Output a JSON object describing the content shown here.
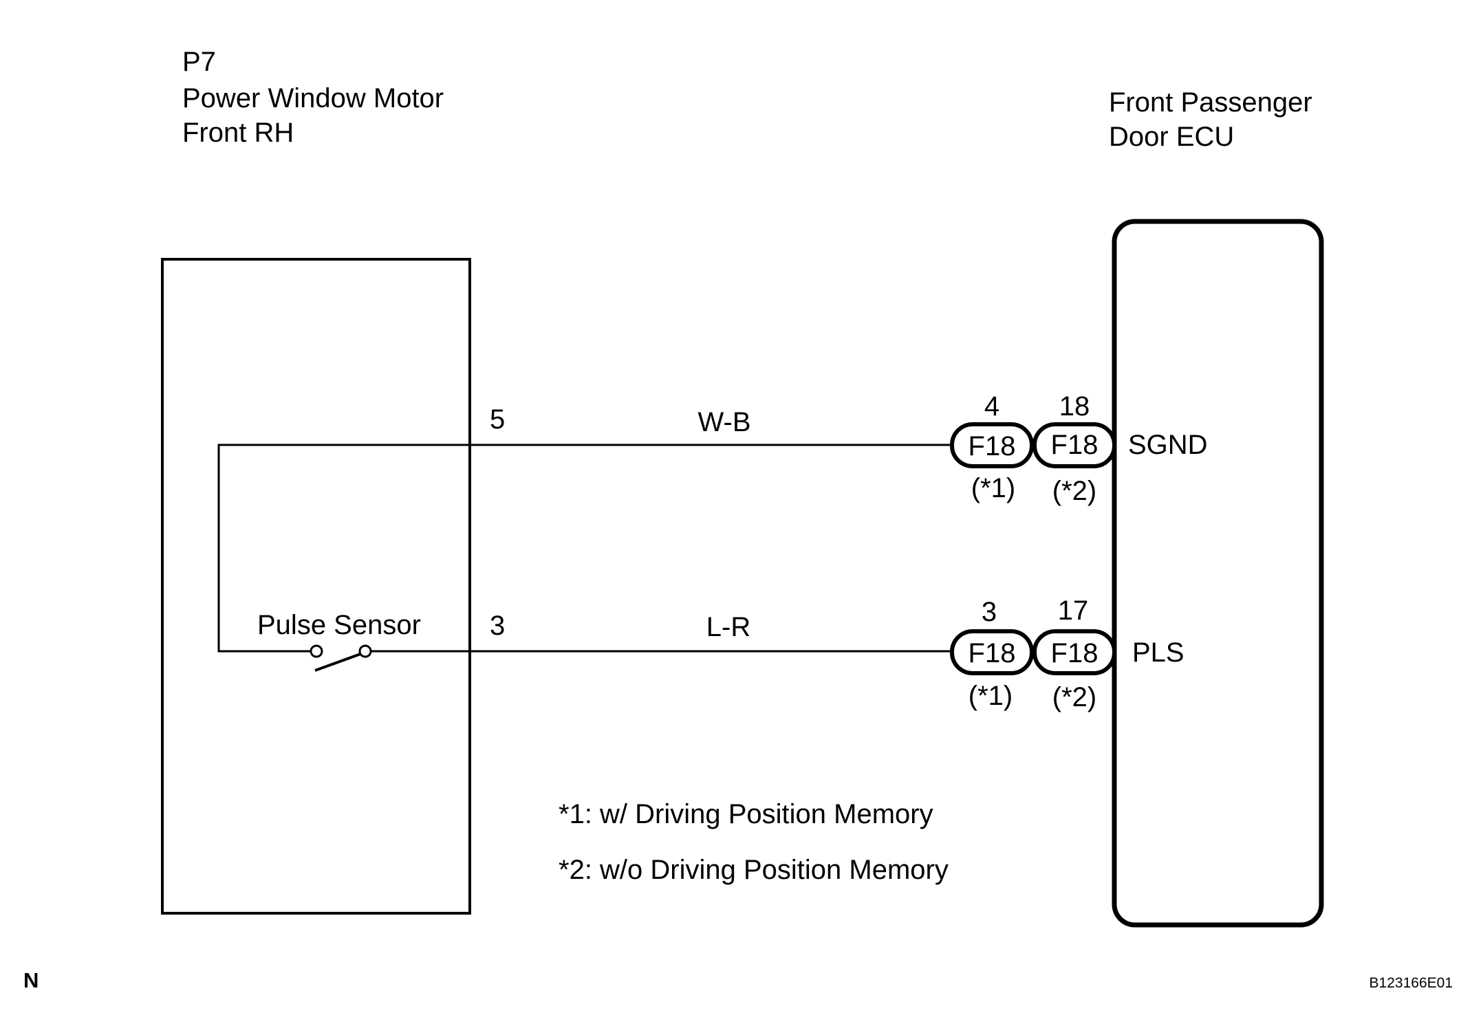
{
  "motor": {
    "code": "P7",
    "name": "Power Window Motor",
    "side": "Front RH",
    "sensor_label": "Pulse Sensor"
  },
  "ecu": {
    "name_line1": "Front Passenger",
    "name_line2": "Door ECU"
  },
  "circuits": [
    {
      "motor_pin": "5",
      "wire_color": "W-B",
      "ecu_terminal": "SGND",
      "connectors": [
        {
          "pin": "4",
          "name": "F18",
          "variant": "(*1)"
        },
        {
          "pin": "18",
          "name": "F18",
          "variant": "(*2)"
        }
      ]
    },
    {
      "motor_pin": "3",
      "wire_color": "L-R",
      "ecu_terminal": "PLS",
      "connectors": [
        {
          "pin": "3",
          "name": "F18",
          "variant": "(*1)"
        },
        {
          "pin": "17",
          "name": "F18",
          "variant": "(*2)"
        }
      ]
    }
  ],
  "notes": [
    "*1: w/ Driving Position Memory",
    "*2: w/o Driving Position Memory"
  ],
  "corner_mark": "N",
  "figure_id": "B123166E01"
}
